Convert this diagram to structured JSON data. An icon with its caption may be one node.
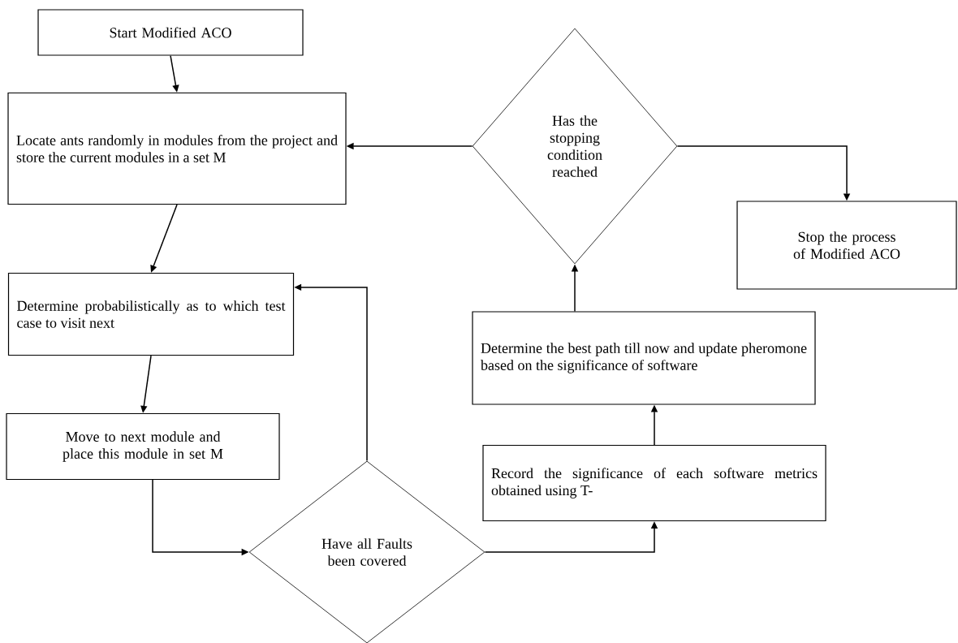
{
  "diagram": {
    "nodes": [
      {
        "text": [
          "Start Modified ACO"
        ]
      },
      {
        "text": [
          "Locate ants randomly in modules from the project and store the current modules in a set M"
        ]
      },
      {
        "text": [
          "Determine probabilistically as to which test case to visit next"
        ]
      },
      {
        "text": [
          "Move to next module and place this module in set M"
        ]
      },
      {
        "text": [
          "Have all Faults been covered"
        ]
      },
      {
        "text": [
          "Record the significance of each software metrics obtained using T-"
        ]
      },
      {
        "text": [
          "Determine the best path till now and update pheromone based on the significance of software"
        ]
      },
      {
        "text": [
          "Has the stopping condition reached"
        ]
      },
      {
        "text": [
          "Stop the process of Modified ACO"
        ]
      }
    ],
    "edges": [
      {
        "from": 0,
        "to": 1,
        "arrow": "to"
      },
      {
        "from": 1,
        "to": 2,
        "arrow": "to"
      },
      {
        "from": 2,
        "to": 3,
        "arrow": "to"
      },
      {
        "from": 3,
        "to": 4,
        "arrow": "to"
      },
      {
        "from": 4,
        "to": 2,
        "arrow": "to"
      },
      {
        "from": 4,
        "to": 5,
        "arrow": "to"
      },
      {
        "from": 5,
        "to": 6,
        "arrow": "to"
      },
      {
        "from": 6,
        "to": 7,
        "arrow": "to"
      },
      {
        "from": 7,
        "to": 1,
        "arrow": "to"
      },
      {
        "from": 7,
        "to": 8,
        "arrow": "to"
      }
    ]
  }
}
